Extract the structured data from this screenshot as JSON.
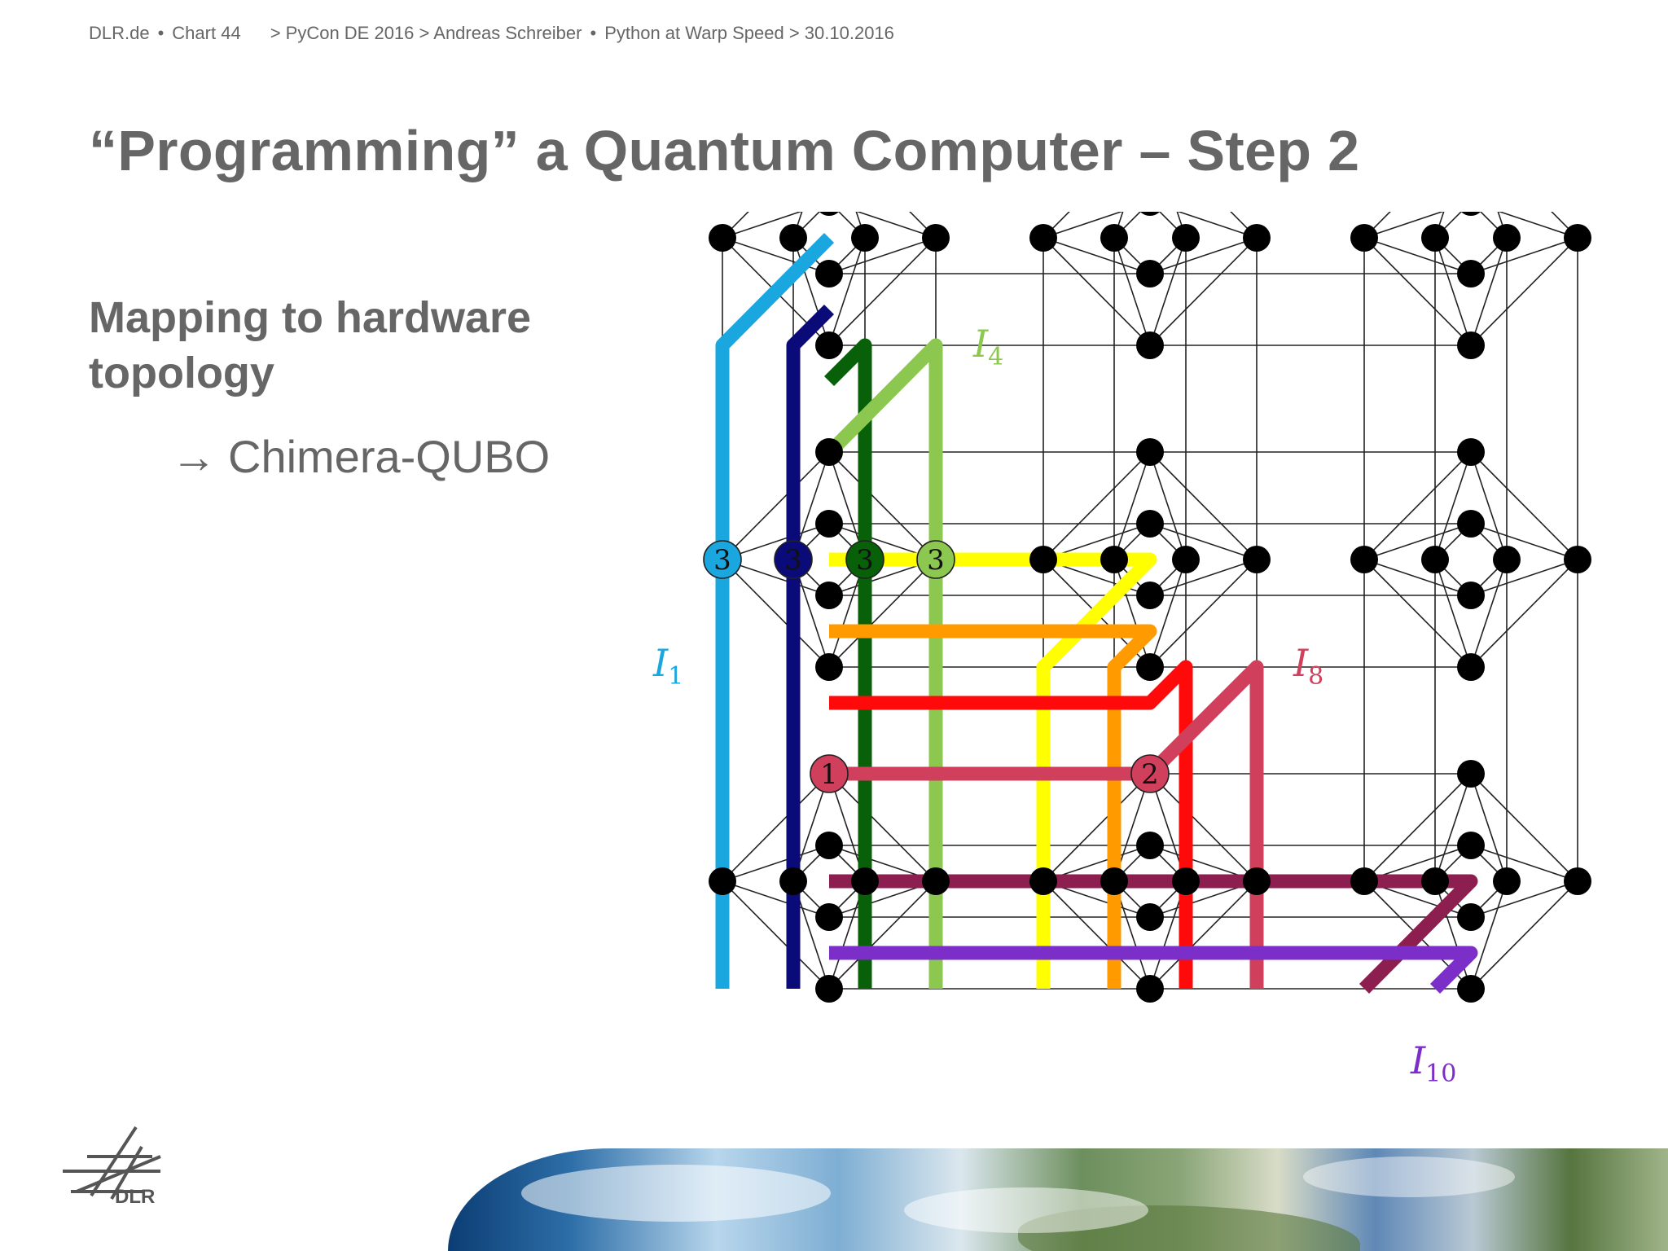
{
  "header": {
    "site": "DLR.de",
    "chart": "Chart 44",
    "path": "> PyCon DE 2016 > Andreas Schreiber",
    "talk": "Python at Warp Speed > 30.10.2016"
  },
  "title": "“Programming” a Quantum Computer – Step 2",
  "subtitle": "Mapping to hardware topology",
  "bullet": "Chimera-QUBO",
  "logo_text": "DLR",
  "diagram": {
    "labels": {
      "I1": {
        "base": "I",
        "sub": "1",
        "color": "#1aa7e0"
      },
      "I4": {
        "base": "I",
        "sub": "4",
        "color": "#8cc850"
      },
      "I8": {
        "base": "I",
        "sub": "8",
        "color": "#d0405c"
      },
      "I10": {
        "base": "I",
        "sub": "10",
        "color": "#7b2fc8"
      }
    },
    "colors": {
      "lightblue": "#1aa7e0",
      "navy": "#0a0a78",
      "darkgreen": "#086008",
      "lightgreen": "#8cc850",
      "yellow": "#ffff00",
      "orange": "#ff9b00",
      "red": "#ff0a0a",
      "rose": "#d0405c",
      "maroon": "#8c1e50",
      "purple": "#7b2fc8",
      "black": "#000000"
    }
  }
}
